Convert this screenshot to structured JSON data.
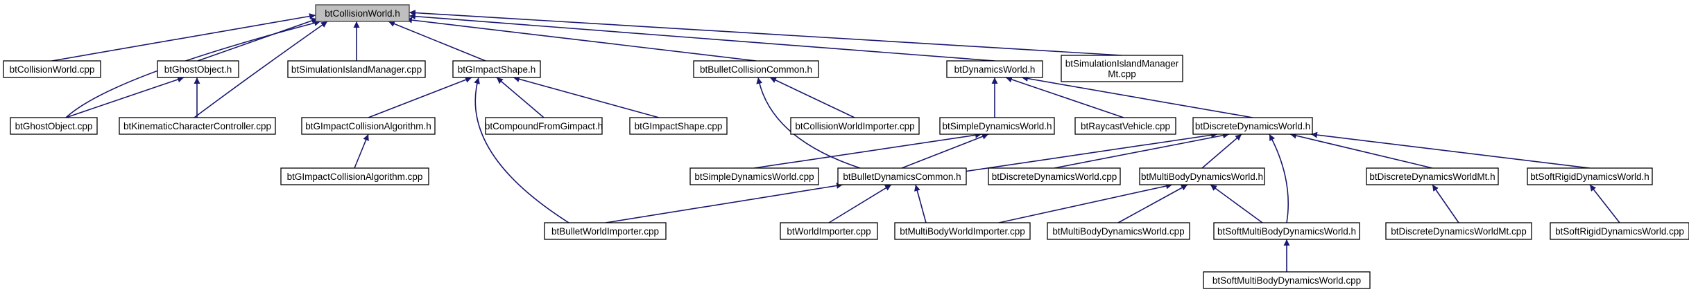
{
  "graph": {
    "colors": {
      "edge": "#191970",
      "root_fill": "#bfbfbf",
      "node_fill": "#ffffff",
      "border": "#000000"
    },
    "nodes": {
      "collisionworld_h": {
        "lines": [
          "btCollisionWorld.h"
        ],
        "root": true
      },
      "collisionworld_cpp": {
        "lines": [
          "btCollisionWorld.cpp"
        ]
      },
      "ghostobject_h": {
        "lines": [
          "btGhostObject.h"
        ]
      },
      "simislandmgr_cpp": {
        "lines": [
          "btSimulationIslandManager.cpp"
        ]
      },
      "gimpactshape_h": {
        "lines": [
          "btGImpactShape.h"
        ]
      },
      "bulletcollisioncommon_h": {
        "lines": [
          "btBulletCollisionCommon.h"
        ]
      },
      "dynamicsworld_h": {
        "lines": [
          "btDynamicsWorld.h"
        ]
      },
      "simislandmgrmt_cpp": {
        "lines": [
          "btSimulationIslandManager",
          "Mt.cpp"
        ]
      },
      "ghostobject_cpp": {
        "lines": [
          "btGhostObject.cpp"
        ]
      },
      "kinematiccc_cpp": {
        "lines": [
          "btKinematicCharacterController.cpp"
        ]
      },
      "gimpactcollalg_h": {
        "lines": [
          "btGImpactCollisionAlgorithm.h"
        ]
      },
      "compoundfromgimpact_h": {
        "lines": [
          "btCompoundFromGimpact.h"
        ]
      },
      "gimpactshape_cpp": {
        "lines": [
          "btGImpactShape.cpp"
        ]
      },
      "collisionworldimporter_cpp": {
        "lines": [
          "btCollisionWorldImporter.cpp"
        ]
      },
      "simpledynamicsworld_h": {
        "lines": [
          "btSimpleDynamicsWorld.h"
        ]
      },
      "raycastvehicle_cpp": {
        "lines": [
          "btRaycastVehicle.cpp"
        ]
      },
      "discretedynamicsworld_h": {
        "lines": [
          "btDiscreteDynamicsWorld.h"
        ]
      },
      "gimpactcollalg_cpp": {
        "lines": [
          "btGImpactCollisionAlgorithm.cpp"
        ]
      },
      "simpledynamicsworld_cpp": {
        "lines": [
          "btSimpleDynamicsWorld.cpp"
        ]
      },
      "bulletdynamicscommon_h": {
        "lines": [
          "btBulletDynamicsCommon.h"
        ]
      },
      "discretedynamicsworld_cpp": {
        "lines": [
          "btDiscreteDynamicsWorld.cpp"
        ]
      },
      "multibodydynamicsworld_h": {
        "lines": [
          "btMultiBodyDynamicsWorld.h"
        ]
      },
      "discretedynamicsworldmt_h": {
        "lines": [
          "btDiscreteDynamicsWorldMt.h"
        ]
      },
      "softrigiddynamicsworld_h": {
        "lines": [
          "btSoftRigidDynamicsWorld.h"
        ]
      },
      "bulletworldimporter_cpp": {
        "lines": [
          "btBulletWorldImporter.cpp"
        ]
      },
      "worldimporter_cpp": {
        "lines": [
          "btWorldImporter.cpp"
        ]
      },
      "multibodyworldimporter_cpp": {
        "lines": [
          "btMultiBodyWorldImporter.cpp"
        ]
      },
      "multibodydynamicsworld_cpp": {
        "lines": [
          "btMultiBodyDynamicsWorld.cpp"
        ]
      },
      "softmultibodydynamicsworld_h": {
        "lines": [
          "btSoftMultiBodyDynamicsWorld.h"
        ]
      },
      "discretedynamicsworldmt_cpp": {
        "lines": [
          "btDiscreteDynamicsWorldMt.cpp"
        ]
      },
      "softrigiddynamicsworld_cpp": {
        "lines": [
          "btSoftRigidDynamicsWorld.cpp"
        ]
      },
      "softmultibodydynamicsworld_cpp": {
        "lines": [
          "btSoftMultiBodyDynamicsWorld.cpp"
        ]
      }
    },
    "edges": [
      [
        "collisionworld_h",
        "collisionworld_cpp"
      ],
      [
        "collisionworld_h",
        "ghostobject_h"
      ],
      [
        "collisionworld_h",
        "ghostobject_cpp"
      ],
      [
        "collisionworld_h",
        "kinematiccc_cpp"
      ],
      [
        "collisionworld_h",
        "simislandmgr_cpp"
      ],
      [
        "collisionworld_h",
        "gimpactshape_h"
      ],
      [
        "collisionworld_h",
        "bulletcollisioncommon_h"
      ],
      [
        "collisionworld_h",
        "dynamicsworld_h"
      ],
      [
        "collisionworld_h",
        "simislandmgrmt_cpp"
      ],
      [
        "ghostobject_h",
        "ghostobject_cpp"
      ],
      [
        "ghostobject_h",
        "kinematiccc_cpp"
      ],
      [
        "gimpactshape_h",
        "gimpactcollalg_h"
      ],
      [
        "gimpactshape_h",
        "compoundfromgimpact_h"
      ],
      [
        "gimpactshape_h",
        "gimpactshape_cpp"
      ],
      [
        "gimpactshape_h",
        "bulletworldimporter_cpp"
      ],
      [
        "gimpactcollalg_h",
        "gimpactcollalg_cpp"
      ],
      [
        "bulletcollisioncommon_h",
        "collisionworldimporter_cpp"
      ],
      [
        "bulletcollisioncommon_h",
        "bulletdynamicscommon_h"
      ],
      [
        "dynamicsworld_h",
        "simpledynamicsworld_h"
      ],
      [
        "dynamicsworld_h",
        "raycastvehicle_cpp"
      ],
      [
        "dynamicsworld_h",
        "discretedynamicsworld_h"
      ],
      [
        "simpledynamicsworld_h",
        "simpledynamicsworld_cpp"
      ],
      [
        "simpledynamicsworld_h",
        "bulletdynamicscommon_h"
      ],
      [
        "discretedynamicsworld_h",
        "bulletdynamicscommon_h"
      ],
      [
        "discretedynamicsworld_h",
        "discretedynamicsworld_cpp"
      ],
      [
        "discretedynamicsworld_h",
        "multibodydynamicsworld_h"
      ],
      [
        "discretedynamicsworld_h",
        "softmultibodydynamicsworld_h"
      ],
      [
        "discretedynamicsworld_h",
        "discretedynamicsworldmt_h"
      ],
      [
        "discretedynamicsworld_h",
        "softrigiddynamicsworld_h"
      ],
      [
        "bulletdynamicscommon_h",
        "bulletworldimporter_cpp"
      ],
      [
        "bulletdynamicscommon_h",
        "worldimporter_cpp"
      ],
      [
        "bulletdynamicscommon_h",
        "multibodyworldimporter_cpp"
      ],
      [
        "multibodydynamicsworld_h",
        "multibodyworldimporter_cpp"
      ],
      [
        "multibodydynamicsworld_h",
        "multibodydynamicsworld_cpp"
      ],
      [
        "multibodydynamicsworld_h",
        "softmultibodydynamicsworld_h"
      ],
      [
        "discretedynamicsworldmt_h",
        "discretedynamicsworldmt_cpp"
      ],
      [
        "softrigiddynamicsworld_h",
        "softrigiddynamicsworld_cpp"
      ],
      [
        "softmultibodydynamicsworld_h",
        "softmultibodydynamicsworld_cpp"
      ]
    ]
  }
}
